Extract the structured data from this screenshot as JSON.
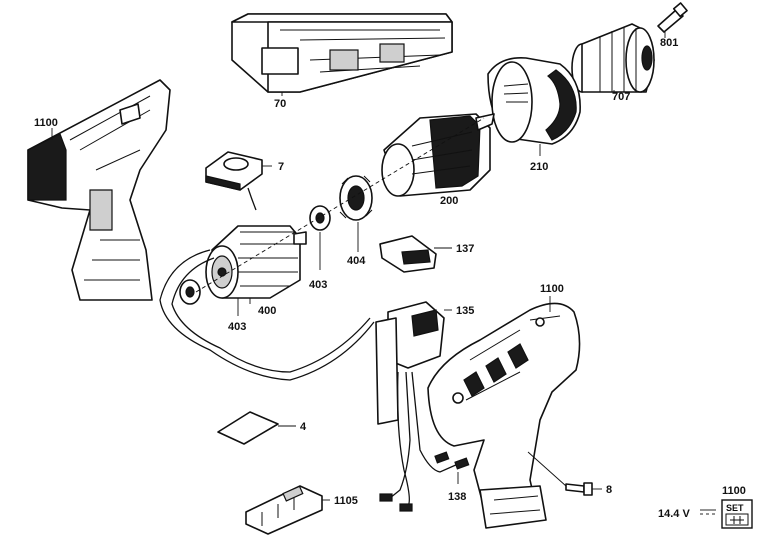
{
  "parts": {
    "p801": "801",
    "p707": "707",
    "p70": "70",
    "p210": "210",
    "p1100_top": "1100",
    "p7": "7",
    "p200": "200",
    "p137": "137",
    "p404": "404",
    "p403_a": "403",
    "p400": "400",
    "p403_b": "403",
    "p1100_right": "1100",
    "p135": "135",
    "p4": "4",
    "p8": "8",
    "p138": "138",
    "p1105": "1105",
    "p1100_set": "1100"
  },
  "badge": {
    "voltage": "14.4 V",
    "set_label": "SET"
  }
}
